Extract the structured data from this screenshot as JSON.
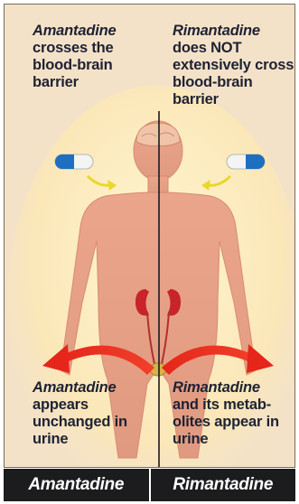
{
  "captions": {
    "top_left": {
      "drug": "Amantadine",
      "text": "crosses the blood-brain barrier"
    },
    "top_right": {
      "drug": "Rimantadine",
      "text": "does NOT extensively cross blood-brain barrier"
    },
    "bottom_left": {
      "drug": "Amantadine",
      "text": "appears unchanged in urine"
    },
    "bottom_right": {
      "drug": "Rimantadine",
      "text": "and its metab-olites appear in urine"
    }
  },
  "footer": {
    "left_label": "Amantadine",
    "right_label": "Rimantadine"
  },
  "colors": {
    "background": "#f4e2c8",
    "body_fill": "#e8a287",
    "glow": "#fff3c0",
    "arrow_red": "#e8281c",
    "arrow_yellow": "#f2e43a",
    "capsule_blue": "#1e6fc0",
    "capsule_white": "#f4f4f4",
    "kidney": "#c8242a",
    "text": "#1e2233",
    "footer_bg": "#1c1c1e"
  },
  "icons": [
    "capsule-icon",
    "kidney-icon",
    "bladder-icon",
    "curved-arrow-icon"
  ]
}
